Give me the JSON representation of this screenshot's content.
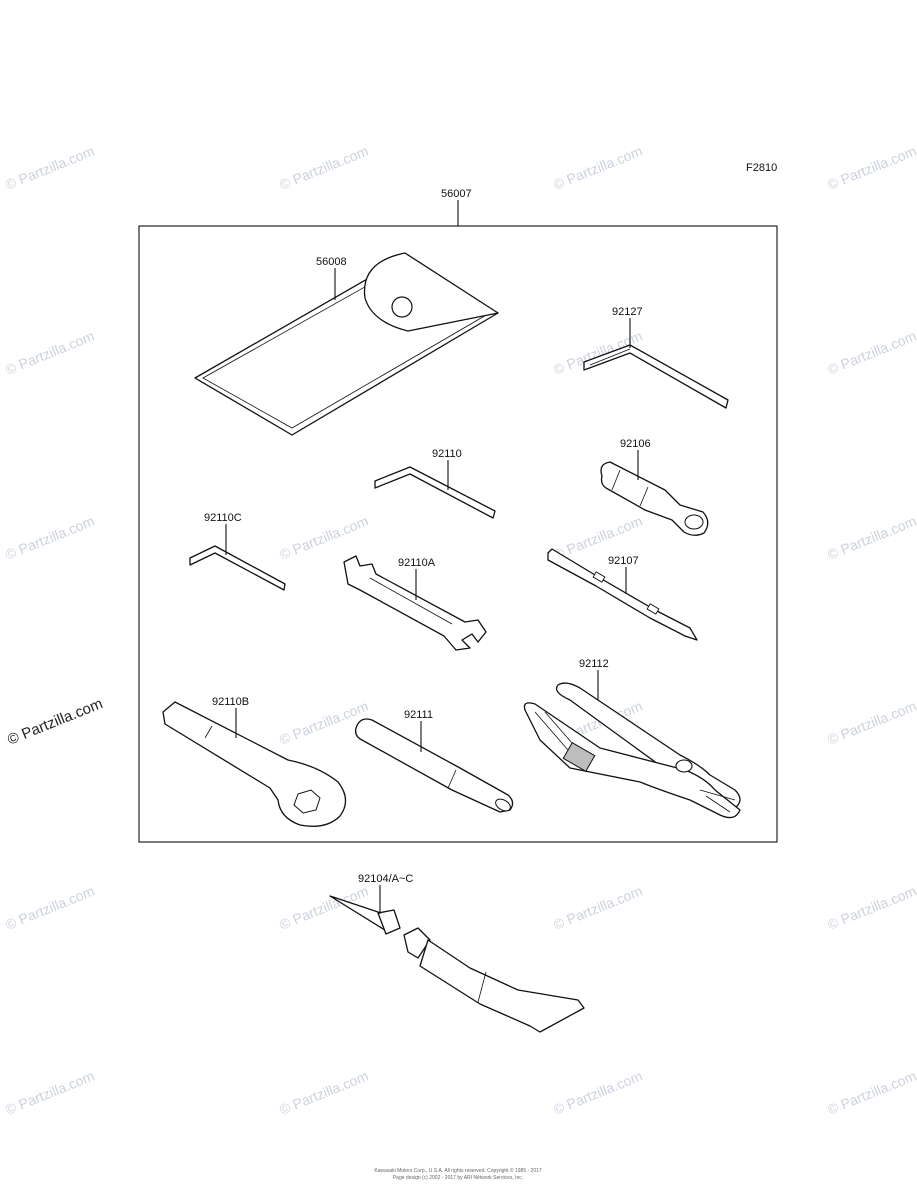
{
  "diagram": {
    "figure_code": "F2810",
    "kit_part_number": "56007",
    "parts": [
      {
        "id": "56008",
        "name_key": "tool-bag"
      },
      {
        "id": "92127",
        "name_key": "hex-wrench-large"
      },
      {
        "id": "92110",
        "name_key": "hex-wrench-medium"
      },
      {
        "id": "92106",
        "name_key": "box-socket"
      },
      {
        "id": "92110C",
        "name_key": "hex-wrench-small"
      },
      {
        "id": "92110A",
        "name_key": "open-end-wrench"
      },
      {
        "id": "92107",
        "name_key": "screwdriver-bit"
      },
      {
        "id": "92112",
        "name_key": "pliers"
      },
      {
        "id": "92110B",
        "name_key": "ring-wrench"
      },
      {
        "id": "92111",
        "name_key": "extension-bar"
      },
      {
        "id": "92104/A~C",
        "name_key": "repair-kit-tube"
      }
    ]
  },
  "watermark": {
    "text": "© Partzilla.com"
  },
  "footer": {
    "line1": "Kawasaki Motors Corp., U.S.A. All rights reserved. Copyright © 1985 - 2017",
    "line2": "Page design (c) 2002 - 2017 by ARI Network Services, Inc."
  }
}
